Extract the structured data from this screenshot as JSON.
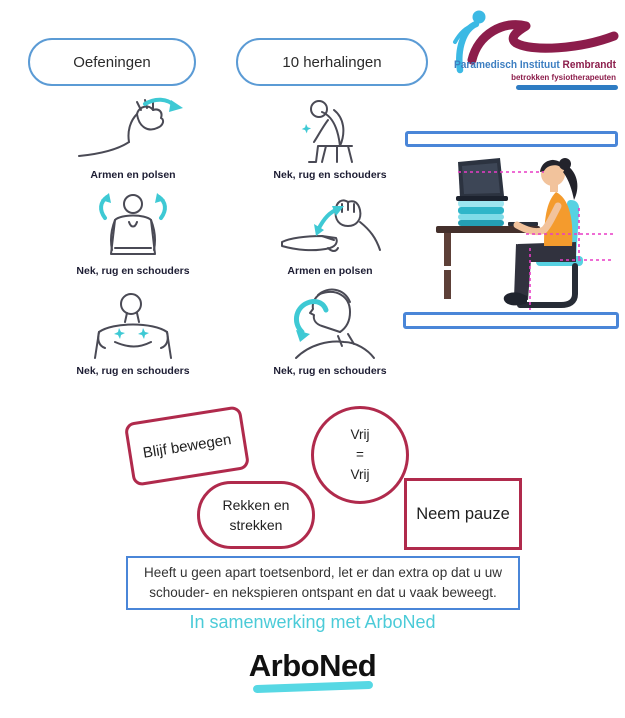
{
  "header": {
    "pill_left": "Oefeningen",
    "pill_right": "10 herhalingen"
  },
  "logo": {
    "name_blue": "Paramedisch Instituut ",
    "name_maroon": "Rembrandt",
    "subtitle": "betrokken fysiotherapeuten"
  },
  "exercises": {
    "left": [
      {
        "icon": "wrist-stretch-icon",
        "label": "Armen en polsen"
      },
      {
        "icon": "shoulder-raise-icon",
        "label": "Nek, rug en schouders"
      },
      {
        "icon": "shoulder-front-icon",
        "label": "Nek, rug en schouders"
      }
    ],
    "middle": [
      {
        "icon": "seated-bend-icon",
        "label": "Nek, rug en schouders"
      },
      {
        "icon": "wrist-flex-icon",
        "label": "Armen en polsen"
      },
      {
        "icon": "head-turn-icon",
        "label": "Nek, rug en schouders"
      }
    ]
  },
  "tips": {
    "tip1": "Blijf bewegen",
    "tip2_line1": "Vrij",
    "tip2_line2": "=",
    "tip2_line3": "Vrij",
    "tip3_line1": "Rekken en",
    "tip3_line2": "strekken",
    "tip4": "Neem pauze"
  },
  "note": {
    "line1": "Heeft u geen apart toetsenbord, let er dan extra op dat u uw",
    "line2": "schouder- en nekspieren ontspant en dat u vaak beweegt."
  },
  "footer": {
    "tagline": "In samenwerking met ArboNed",
    "brand": "ArboNed"
  },
  "colors": {
    "pill_border": "#5b9bd5",
    "accent_cyan": "#3ec9d4",
    "shape_maroon": "#b02a4c",
    "logo_blue": "#3c7ec1",
    "logo_maroon": "#8c1d4b",
    "note_border": "#4a86d8",
    "guide_magenta": "#e83cc6",
    "brand_underline": "#57d8e4",
    "shirt_orange": "#f49b2d",
    "chair_cyan": "#57d2e2"
  }
}
